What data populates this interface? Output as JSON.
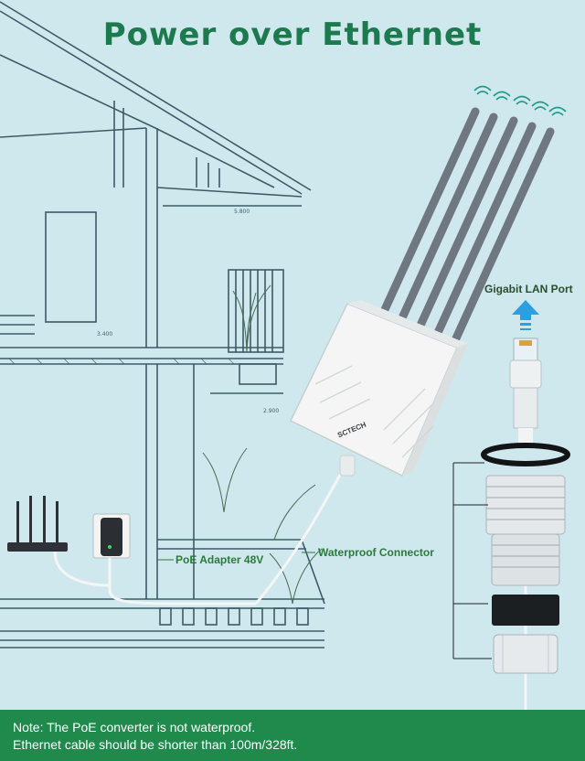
{
  "title": "Power over Ethernet",
  "labels": {
    "gigabit_lan_port": "Gigabit LAN Port",
    "poe_adapter": "PoE Adapter 48V",
    "waterproof_connector": "Waterproof Connector"
  },
  "house_dimensions": [
    "5.800",
    "3.400",
    "2.900"
  ],
  "note": {
    "line1": "Note: The PoE converter is not waterproof.",
    "line2": "Ethernet cable should be shorter than 100m/328ft."
  },
  "brand_logo_text": "SCTECH",
  "colors": {
    "background": "#cfe8ee",
    "title_green": "#1d7a4e",
    "note_bar": "#1f8a4c",
    "blueprint_line": "#3e5a66",
    "antenna_grey": "#6f7780",
    "arrow_blue": "#2c9fe0"
  }
}
